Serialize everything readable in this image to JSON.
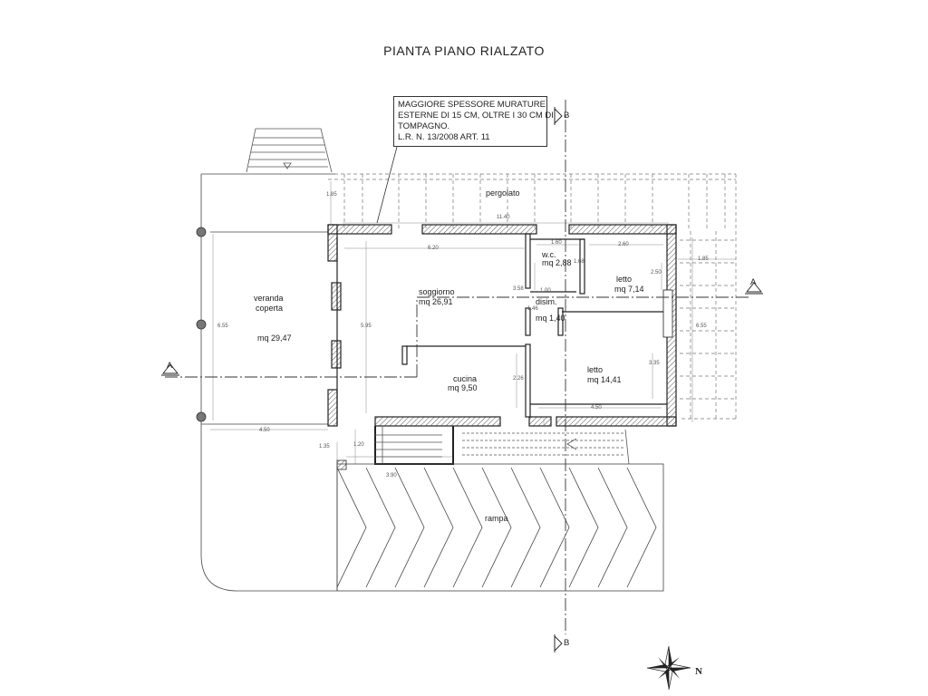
{
  "title": "PIANTA PIANO RIALZATO",
  "note": {
    "lines": [
      "MAGGIORE SPESSORE MURATURE",
      "ESTERNE DI 15 CM, OLTRE I 30 CM DI",
      "TOMPAGNO.",
      "L.R. N. 13/2008 ART. 11"
    ]
  },
  "section_marks": {
    "a_left": "A",
    "a_right": "A",
    "b_top": "B",
    "b_bottom": "B"
  },
  "north": "N",
  "areas": {
    "pergolato": "pergolato",
    "veranda_line1": "veranda",
    "veranda_line2": "coperta",
    "veranda_area": "mq 29,47",
    "soggiorno": "soggiorno",
    "soggiorno_area": "mq 26,91",
    "wc": "w.c.",
    "wc_area": "mq 2,88",
    "letto1": "letto",
    "letto1_area": "mq 7,14",
    "disim": "disim.",
    "disim_area": "mq 1,40",
    "cucina": "cucina",
    "cucina_area": "mq 9,50",
    "letto2": "letto",
    "letto2_area": "mq 14,41",
    "rampa": "rampa"
  },
  "dimensions": {
    "d_11_40": "11.40",
    "d_6_20": "6.20",
    "d_1_85_left": "1.85",
    "d_1_85_right": "1.85",
    "d_6_55_left": "6.55",
    "d_6_55_right": "6.55",
    "d_5_95": "5.95",
    "d_4_50_left": "4.50",
    "d_4_50_right": "4.50",
    "d_3_58": "3.58",
    "d_1_60": "1.60",
    "d_2_60": "2.60",
    "d_1_68": "1.68",
    "d_2_50": "2.50",
    "d_1_00": "1.00",
    "d_1_46": "1.46",
    "d_2_26": "2.26",
    "d_3_35": "3.35",
    "d_1_35": "1.35",
    "d_1_20": "1.20",
    "d_3_90": "3.90"
  }
}
